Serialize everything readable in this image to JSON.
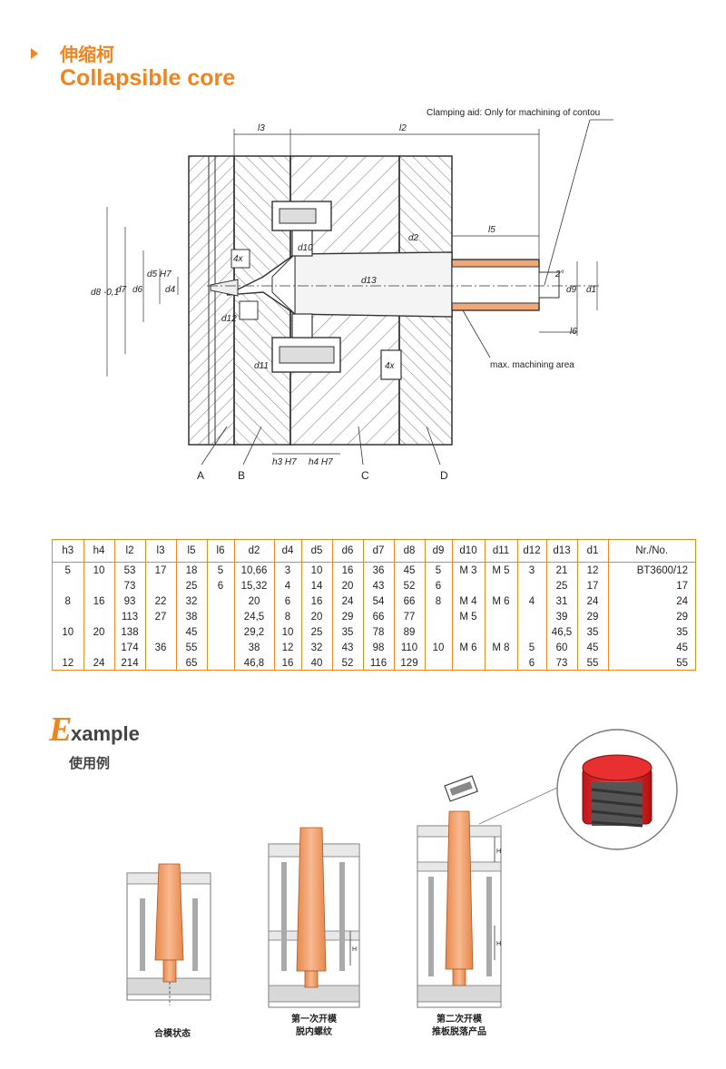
{
  "header": {
    "title_cn": "伸缩柯",
    "title_en": "Collapsible core"
  },
  "drawing": {
    "clamping_note": "Clamping aid: Only for machining of contou",
    "machining_note": "max. machining area",
    "part_labels": [
      "A",
      "B",
      "C",
      "D"
    ],
    "dims": {
      "l3": "l3",
      "l2": "l2",
      "l5": "l5",
      "l6": "l6",
      "d8": "d8 -0,1",
      "d7": "d7",
      "d6": "d6",
      "d5": "d5 H7",
      "d4": "d4",
      "d2": "d2",
      "d10": "d10",
      "d13": "d13",
      "d11": "d11",
      "d12": "d12",
      "d9": "d9",
      "d1": "d1",
      "h3": "h3 H7",
      "h4": "h4 H7",
      "a2": "2°",
      "x4": "4x"
    }
  },
  "table": {
    "headers": [
      "h3",
      "h4",
      "l2",
      "l3",
      "l5",
      "l6",
      "d2",
      "d4",
      "d5",
      "d6",
      "d7",
      "d8",
      "d9",
      "d10",
      "d11",
      "d12",
      "d13",
      "d1",
      "Nr./No."
    ],
    "rows": [
      [
        "5",
        "10",
        "53",
        "17",
        "18",
        "5",
        "10,66",
        "3",
        "10",
        "16",
        "36",
        "45",
        "5",
        "M 3",
        "M 5",
        "3",
        "21",
        "12",
        "BT3600/12"
      ],
      [
        "",
        "",
        "73",
        "",
        "25",
        "6",
        "15,32",
        "4",
        "14",
        "20",
        "43",
        "52",
        "6",
        "",
        "",
        "",
        "25",
        "17",
        "17"
      ],
      [
        "8",
        "16",
        "93",
        "22",
        "32",
        "",
        "20",
        "6",
        "16",
        "24",
        "54",
        "66",
        "8",
        "M 4",
        "M 6",
        "4",
        "31",
        "24",
        "24"
      ],
      [
        "",
        "",
        "113",
        "27",
        "38",
        "",
        "24,5",
        "8",
        "20",
        "29",
        "66",
        "77",
        "",
        "M 5",
        "",
        "",
        "39",
        "29",
        "29"
      ],
      [
        "10",
        "20",
        "138",
        "",
        "45",
        "",
        "29,2",
        "10",
        "25",
        "35",
        "78",
        "89",
        "",
        "",
        "",
        "",
        "46,5",
        "35",
        "35"
      ],
      [
        "",
        "",
        "174",
        "36",
        "55",
        "",
        "38",
        "12",
        "32",
        "43",
        "98",
        "110",
        "10",
        "M 6",
        "M 8",
        "5",
        "60",
        "45",
        "45"
      ],
      [
        "12",
        "24",
        "214",
        "",
        "65",
        "",
        "46,8",
        "16",
        "40",
        "52",
        "116",
        "129",
        "",
        "",
        "",
        "6",
        "73",
        "55",
        "55"
      ]
    ]
  },
  "example": {
    "title_first": "E",
    "title_rest": "xample",
    "title_cn": "使用例",
    "captions": [
      "合模状态",
      "第一次开模",
      "脱内螺纹",
      "第二次开模",
      "推板脱落产品"
    ],
    "h_labels": [
      "H",
      "H",
      "H"
    ]
  },
  "colors": {
    "accent": "#f0841f",
    "core": "#f0a878",
    "hatch": "#888888"
  }
}
